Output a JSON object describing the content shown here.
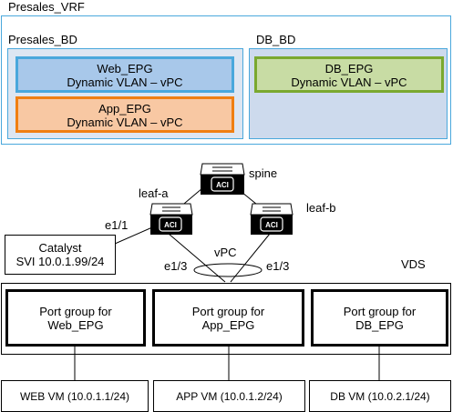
{
  "vrf": {
    "label": "Presales_VRF"
  },
  "bridge_domains": [
    {
      "label": "Presales_BD"
    },
    {
      "label": "DB_BD"
    }
  ],
  "epgs": [
    {
      "name": "Web_EPG",
      "vlan": "Dynamic VLAN – vPC",
      "color": "#a8c8ea",
      "border": "#4aa8dc"
    },
    {
      "name": "App_EPG",
      "vlan": "Dynamic VLAN – vPC",
      "color": "#f8c8a3",
      "border": "#f07f12"
    },
    {
      "name": "DB_EPG",
      "vlan": "Dynamic VLAN – vPC",
      "color": "#c8dca4",
      "border": "#7aa82f"
    }
  ],
  "switches": {
    "spine": {
      "label": "spine",
      "badge": "ACI"
    },
    "leaf_a": {
      "label": "leaf-a",
      "badge": "ACI"
    },
    "leaf_b": {
      "label": "leaf-b",
      "badge": "ACI"
    }
  },
  "links": {
    "leaf_a_catalyst": "e1/1",
    "leaf_a_vds": "e1/3",
    "leaf_b_vds": "e1/3",
    "vpc": "vPC"
  },
  "catalyst": {
    "line1": "Catalyst",
    "line2": "SVI 10.0.1.99/24"
  },
  "vds": {
    "label": "VDS"
  },
  "port_groups": [
    {
      "line1": "Port group for",
      "line2": "Web_EPG"
    },
    {
      "line1": "Port group for",
      "line2": "App_EPG"
    },
    {
      "line1": "Port group for",
      "line2": "DB_EPG"
    }
  ],
  "vms": [
    {
      "label": "WEB VM (10.0.1.1/24)"
    },
    {
      "label": "APP VM (10.0.1.2/24)"
    },
    {
      "label": "DB VM (10.0.2.1/24)"
    }
  ]
}
